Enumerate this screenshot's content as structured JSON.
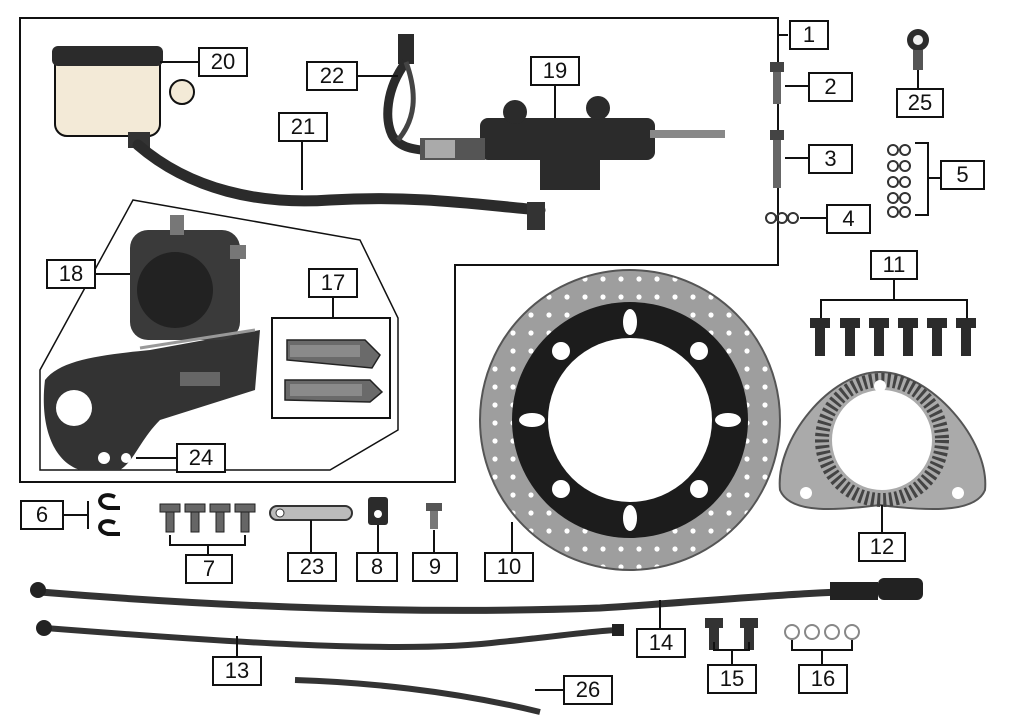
{
  "diagram": {
    "callouts": [
      {
        "id": "1",
        "text": "1"
      },
      {
        "id": "2",
        "text": "2"
      },
      {
        "id": "3",
        "text": "3"
      },
      {
        "id": "4",
        "text": "4"
      },
      {
        "id": "5",
        "text": "5"
      },
      {
        "id": "6",
        "text": "6"
      },
      {
        "id": "7",
        "text": "7"
      },
      {
        "id": "8",
        "text": "8"
      },
      {
        "id": "9",
        "text": "9"
      },
      {
        "id": "10",
        "text": "10"
      },
      {
        "id": "11",
        "text": "11"
      },
      {
        "id": "12",
        "text": "12"
      },
      {
        "id": "13",
        "text": "13"
      },
      {
        "id": "14",
        "text": "14"
      },
      {
        "id": "15",
        "text": "15"
      },
      {
        "id": "16",
        "text": "16"
      },
      {
        "id": "17",
        "text": "17"
      },
      {
        "id": "18",
        "text": "18"
      },
      {
        "id": "19",
        "text": "19"
      },
      {
        "id": "20",
        "text": "20"
      },
      {
        "id": "21",
        "text": "21"
      },
      {
        "id": "22",
        "text": "22"
      },
      {
        "id": "23",
        "text": "23"
      },
      {
        "id": "24",
        "text": "24"
      },
      {
        "id": "25",
        "text": "25"
      },
      {
        "id": "26",
        "text": "26"
      }
    ]
  },
  "colors": {
    "line": "#111111",
    "part_dark": "#2b2b2b",
    "part_mid": "#777777",
    "part_light": "#bdbdbd",
    "reservoir": "#f3ead7",
    "background": "#ffffff"
  }
}
